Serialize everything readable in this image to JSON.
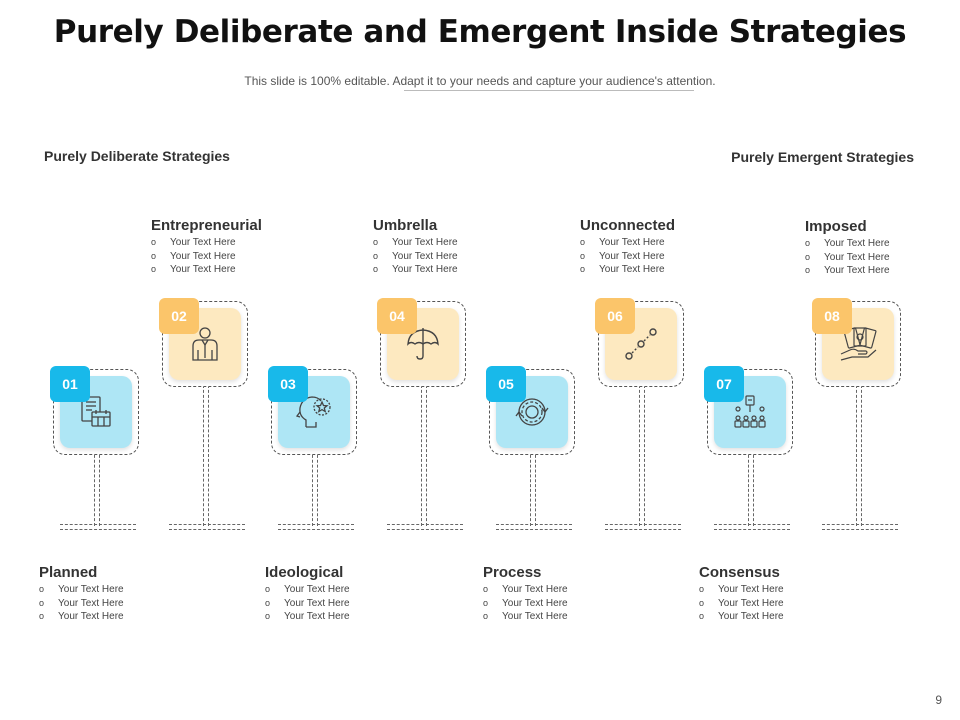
{
  "title": "Purely Deliberate and Emergent Inside Strategies",
  "subtitle": "This slide is 100% editable. Adapt it to your needs and capture your audience's attention.",
  "sections": {
    "left": "Purely Deliberate Strategies",
    "right": "Purely Emergent Strategies"
  },
  "page_number": "9",
  "bullet_glyph": "o",
  "items": [
    {
      "num": "01",
      "title": "Planned",
      "icon": "calendar-list-icon",
      "color": "#18b9ea",
      "bullets": [
        "Your Text Here",
        "Your Text Here",
        "Your Text Here"
      ]
    },
    {
      "num": "02",
      "title": "Entrepreneurial",
      "icon": "businessman-icon",
      "color": "#fbc56a",
      "bullets": [
        "Your Text Here",
        "Your Text Here",
        "Your Text Here"
      ]
    },
    {
      "num": "03",
      "title": "Ideological",
      "icon": "head-star-icon",
      "color": "#18b9ea",
      "bullets": [
        "Your Text Here",
        "Your Text Here",
        "Your Text Here"
      ]
    },
    {
      "num": "04",
      "title": "Umbrella",
      "icon": "umbrella-icon",
      "color": "#fbc56a",
      "bullets": [
        "Your Text Here",
        "Your Text Here",
        "Your Text Here"
      ]
    },
    {
      "num": "05",
      "title": "Process",
      "icon": "gear-cycle-icon",
      "color": "#18b9ea",
      "bullets": [
        "Your Text Here",
        "Your Text Here",
        "Your Text Here"
      ]
    },
    {
      "num": "06",
      "title": "Unconnected",
      "icon": "dotted-line-icon",
      "color": "#fbc56a",
      "bullets": [
        "Your Text Here",
        "Your Text Here",
        "Your Text Here"
      ]
    },
    {
      "num": "07",
      "title": "Consensus",
      "icon": "group-vote-icon",
      "color": "#18b9ea",
      "bullets": [
        "Your Text Here",
        "Your Text Here",
        "Your Text Here"
      ]
    },
    {
      "num": "08",
      "title": "Imposed",
      "icon": "money-hand-icon",
      "color": "#fbc56a",
      "bullets": [
        "Your Text Here",
        "Your Text Here",
        "Your Text Here"
      ]
    }
  ]
}
